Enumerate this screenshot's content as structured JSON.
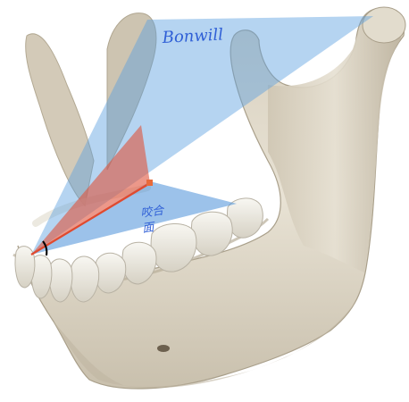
{
  "labels": {
    "bonwill": "Bonwill",
    "occlusal_char_1": "咬合",
    "occlusal_char_2": "面"
  },
  "colors": {
    "background": "#ffffff",
    "bone_light": "#e9e3d6",
    "bone_mid": "#cfc6b4",
    "bone_shadow": "#a79d89",
    "tooth": "#f3f1ea",
    "tooth_shadow": "#cfcabd",
    "bonwill_triangle": "#5b9fe0",
    "occlusal_plane": "#4a8fd8",
    "balkwill_triangle": "#e0533c",
    "handwriting": "#2f5fd6"
  },
  "icons": {
    "angle_marker": "angle-arc-icon",
    "mental_foramen": "mental-foramen-icon"
  }
}
